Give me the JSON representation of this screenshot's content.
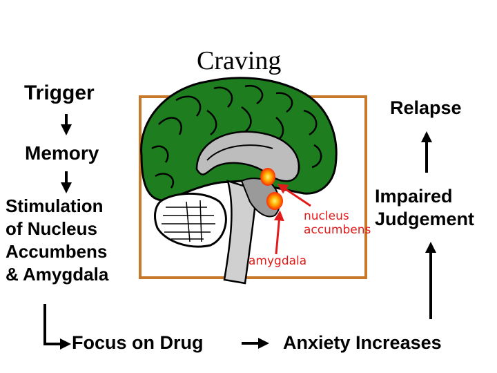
{
  "title": "Craving",
  "steps": {
    "trigger": "Trigger",
    "memory": "Memory",
    "stimulation_lines": [
      "Stimulation",
      "of Nucleus",
      "Accumbens",
      "& Amygdala"
    ],
    "focus": "Focus on Drug",
    "anxiety": "Anxiety Increases",
    "impaired_lines": [
      "Impaired",
      "Judgement"
    ],
    "relapse": "Relapse"
  },
  "brain_labels": {
    "nucleus_lines": [
      "nucleus",
      "accumbens"
    ],
    "amygdala": "amygdala"
  },
  "colors": {
    "frame": "#c8782a",
    "cortex": "#1e7d1e",
    "hotspot": "#ff3300",
    "label_red": "#e11a1a"
  }
}
